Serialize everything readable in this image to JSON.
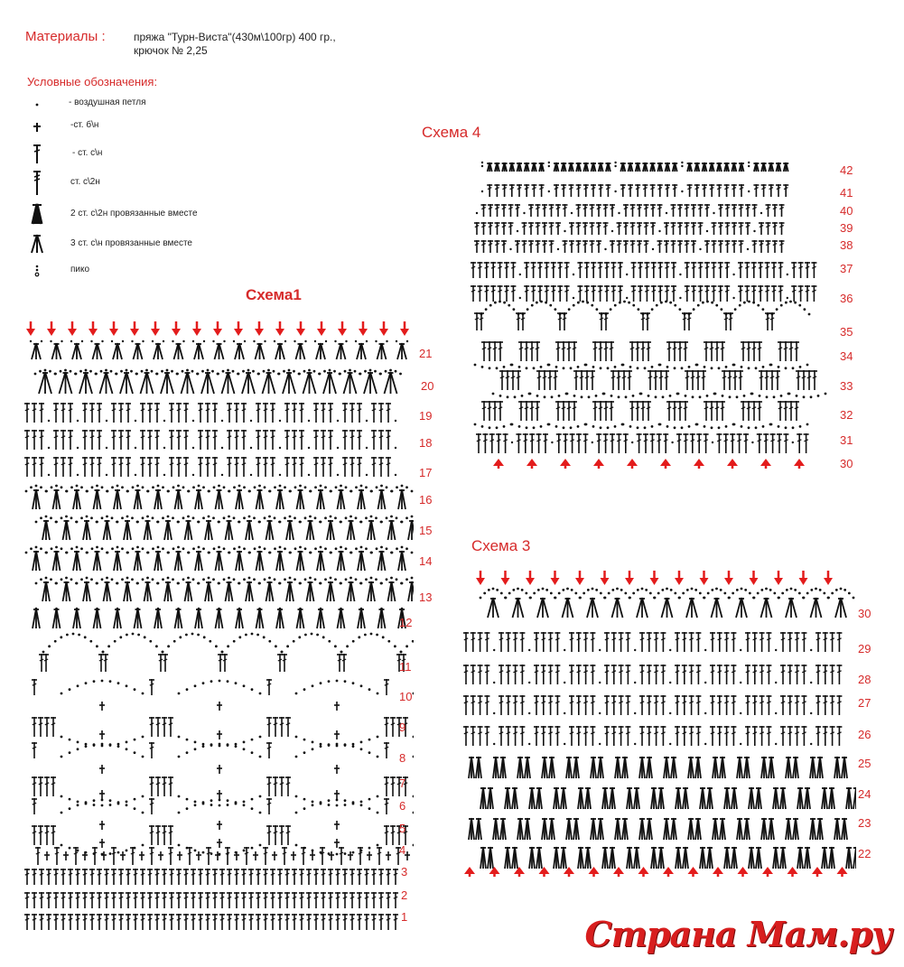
{
  "materials": {
    "label": "Материалы :",
    "line1": "пряжа \"Турн-Виста\"(430м\\100гр) 400 гр.,",
    "line2": "крючок № 2,25"
  },
  "legend": {
    "title": "Условные обозначения:",
    "items": [
      {
        "symbol": "chain-dot-icon",
        "text": "- воздушная петля"
      },
      {
        "symbol": "single-crochet-icon",
        "text": "-ст. б\\н"
      },
      {
        "symbol": "double-crochet-icon",
        "text": "- ст. с\\н"
      },
      {
        "symbol": "treble-crochet-icon",
        "text": "ст. с\\2н"
      },
      {
        "symbol": "cluster-2tr-icon",
        "text": "2 ст. с\\2н провязанные вместе"
      },
      {
        "symbol": "cluster-3dc-icon",
        "text": "3 ст. с\\н провязанные вместе"
      },
      {
        "symbol": "picot-icon",
        "text": "пико"
      }
    ]
  },
  "schemes": {
    "scheme1": {
      "title": "Схема1",
      "rows": [
        "21",
        "20",
        "19",
        "18",
        "17",
        "16",
        "15",
        "14",
        "13",
        "12",
        "11",
        "10",
        "9",
        "8",
        "7",
        "6",
        "5",
        "4",
        "3",
        "2",
        "1"
      ],
      "arrow_count": 19
    },
    "scheme3": {
      "title": "Схема 3",
      "rows": [
        "30",
        "29",
        "28",
        "27",
        "26",
        "25",
        "24",
        "23",
        "22"
      ],
      "arrow_count": 15
    },
    "scheme4": {
      "title": "Схема 4",
      "rows": [
        "42",
        "41",
        "40",
        "39",
        "38",
        "37",
        "36",
        "35",
        "34",
        "33",
        "32",
        "31",
        "30"
      ]
    }
  },
  "colors": {
    "accent": "#d62a2a",
    "ink": "#111111",
    "arrow": "#e31c1c"
  },
  "watermark": "Страна Мам.ру"
}
